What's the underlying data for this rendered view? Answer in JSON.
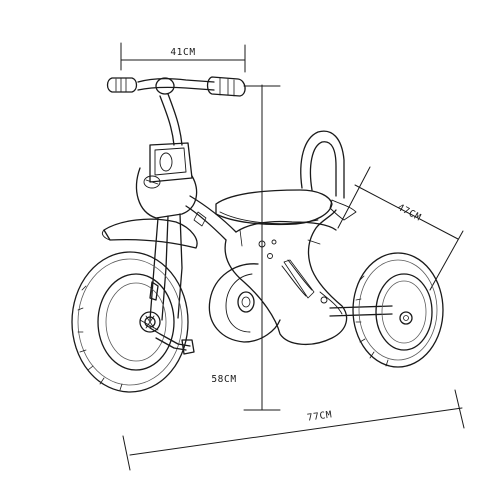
{
  "colors": {
    "line": "#1a1a1a",
    "light_line": "#5a5a5a",
    "background": "#ffffff"
  },
  "dimensions": {
    "handlebar_width": "41CM",
    "seat_to_rear_axle": "47CM",
    "height": "58CM",
    "length": "77CM"
  }
}
